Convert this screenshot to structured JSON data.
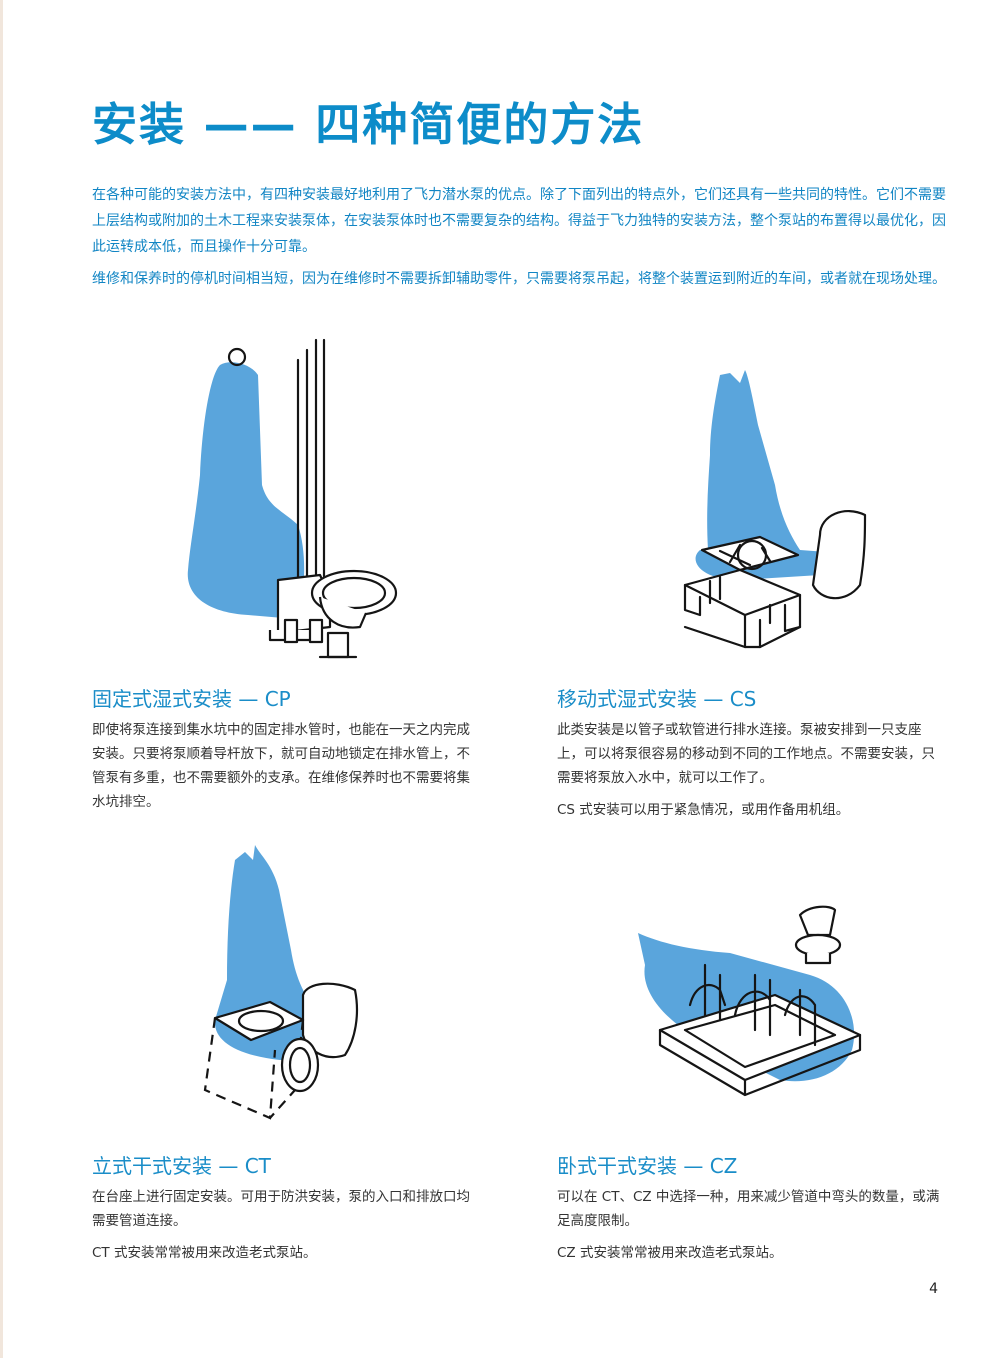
{
  "title": "安装 —— 四种简便的方法",
  "intro": {
    "paragraph1": "在各种可能的安装方法中，有四种安装最好地利用了飞力潜水泵的优点。除了下面列出的特点外，它们还具有一些共同的特性。它们不需要上层结构或附加的土木工程来安装泵体，在安装泵体时也不需要复杂的结构。得益于飞力独特的安装方法，整个泵站的布置得以最优化，因此运转成本低，而且操作十分可靠。",
    "paragraph2": "维修和保养时的停机时间相当短，因为在维修时不需要拆卸辅助零件，只需要将泵吊起，将整个装置运到附近的车间，或者就在现场处理。"
  },
  "sections": {
    "cp": {
      "heading": "固定式湿式安装 — CP",
      "body1": "即使将泵连接到集水坑中的固定排水管时，也能在一天之内完成安装。只要将泵顺着导杆放下，就可自动地锁定在排水管上，不管泵有多重，也不需要额外的支承。在维修保养时也不需要将集水坑排空。"
    },
    "cs": {
      "heading": "移动式湿式安装 — CS",
      "body1": "此类安装是以管子或软管进行排水连接。泵被安排到一只支座上，可以将泵很容易的移动到不同的工作地点。不需要安装，只需要将泵放入水中，就可以工作了。",
      "body2": "CS 式安装可以用于紧急情况，或用作备用机组。"
    },
    "ct": {
      "heading": "立式干式安装 — CT",
      "body1": "在台座上进行固定安装。可用于防洪安装，泵的入口和排放口均需要管道连接。",
      "body2": "CT 式安装常常被用来改造老式泵站。"
    },
    "cz": {
      "heading": "卧式干式安装 — CZ",
      "body1": "可以在 CT、CZ 中选择一种，用来减少管道中弯头的数量，或满足高度限制。",
      "body2": "CZ 式安装常常被用来改造老式泵站。"
    }
  },
  "page_number": "4",
  "colors": {
    "accent": "#0d8cc9",
    "pump_blue": "#5aa5dc",
    "body_text": "#333333"
  },
  "icons": [
    "pump-cp-illustration",
    "pump-cs-illustration",
    "pump-ct-illustration",
    "pump-cz-illustration"
  ]
}
